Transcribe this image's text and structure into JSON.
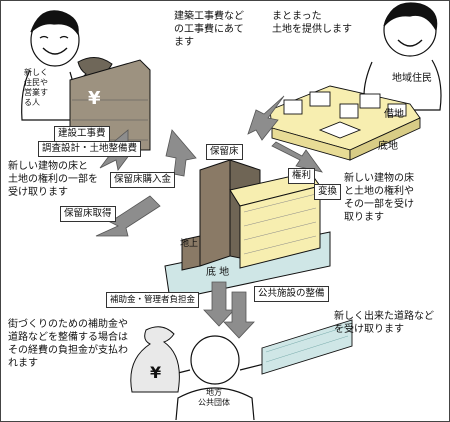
{
  "texts": {
    "construction_cost": "建築工事費など\nの工事費にあて\nます",
    "provide_land": "まとまった\n土地を提供します",
    "new_residents_badge": "新しく\n住民や\n営業す\nる人",
    "local_residents": "地域住民",
    "land_lease": "借地",
    "land_bottom": "底地",
    "construction_work": "建設工事費",
    "survey_design": "調査設計・土地整備費",
    "reserved_floor": "保留床",
    "reserved_floor_purchase": "保留床購入金",
    "reserved_floor_acquire": "保留床取得",
    "rights_left": "新しい建物の床と\n土地の権利の一部を\n受け取ります",
    "rights_conversion_a": "権利",
    "rights_conversion_b": "変換",
    "rights_right": "新しい建物の床\nと土地の権利や\nその一部を受け\n取ります",
    "above_ground": "地上",
    "land_floor": "底 地",
    "subsidy_label": "補助金・管理者負担金",
    "public_facility": "公共施設の整備",
    "subsidy_desc": "街づくりのための補助金や\n道路などを整備する場合は\nその経費の負担金が支払わ\nれます",
    "new_road": "新しく出来た道路など\nを受け取ります",
    "local_government": "地方\n公共団体",
    "yen": "¥"
  },
  "colors": {
    "building_brown": "#8a7a66",
    "building_cream": "#f7eeb0",
    "ground_cyan": "#cfe6e6",
    "arrow_gray": "#8d8d8d"
  }
}
